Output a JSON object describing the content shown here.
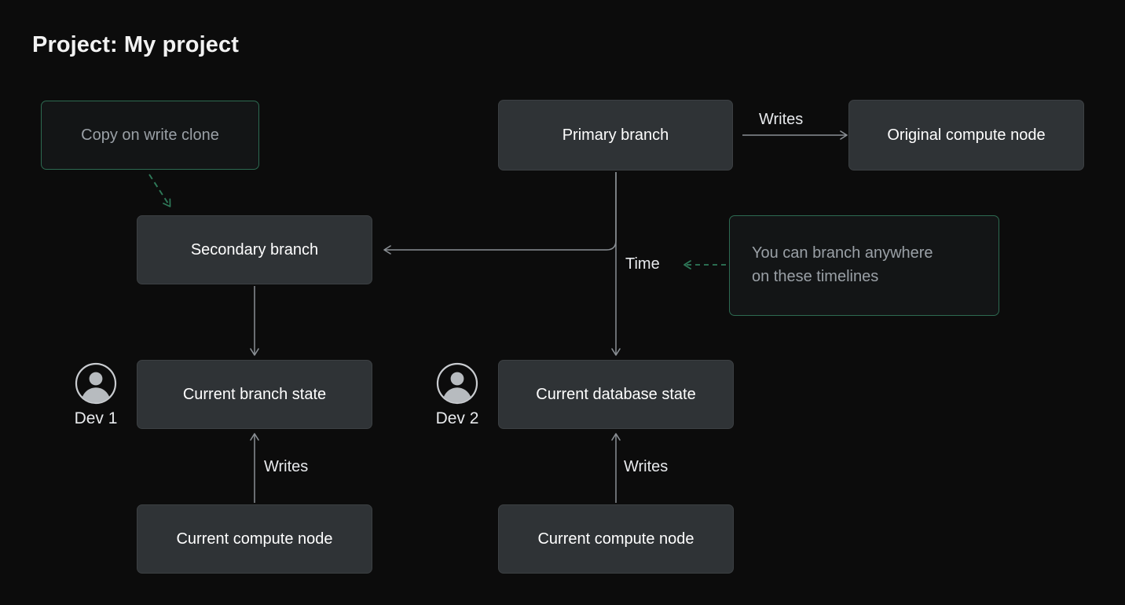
{
  "page": {
    "title": "Project: My project",
    "background_color": "#0c0c0c"
  },
  "colors": {
    "background": "#0c0c0c",
    "node_fill": "#2f3336",
    "node_border": "#3c4043",
    "node_text": "#ffffff",
    "accent_green": "#2d6a51",
    "accent_green_line": "#2f7a59",
    "muted_text": "#9aa0a6",
    "connector_line": "#8a8f94",
    "title_text": "#f2f2f2"
  },
  "nodes": {
    "copy_on_write_clone": {
      "label": "Copy on write clone",
      "style": "outline-green"
    },
    "primary_branch": {
      "label": "Primary branch",
      "style": "solid"
    },
    "original_compute_node": {
      "label": "Original compute node",
      "style": "solid"
    },
    "secondary_branch": {
      "label": "Secondary branch",
      "style": "solid"
    },
    "branch_note": {
      "label": "You can branch anywhere on these timelines",
      "line_1": "You can branch anywhere",
      "line_2": "on these timelines",
      "style": "outline-green"
    },
    "current_branch_state": {
      "label": "Current branch state",
      "style": "solid"
    },
    "current_database_state": {
      "label": "Current database state",
      "style": "solid"
    },
    "current_compute_node_left": {
      "label": "Current compute node",
      "style": "solid"
    },
    "current_compute_node_right": {
      "label": "Current compute node",
      "style": "solid"
    }
  },
  "edge_labels": {
    "writes_top": "Writes",
    "time": "Time",
    "writes_left": "Writes",
    "writes_right": "Writes"
  },
  "devs": [
    {
      "label": "Dev 1",
      "icon": "user-avatar-icon"
    },
    {
      "label": "Dev 2",
      "icon": "user-avatar-icon"
    }
  ],
  "edges": [
    {
      "from": "original_compute_node",
      "to": "primary_branch",
      "label": "Writes",
      "style": "solid-arrow",
      "direction": "left"
    },
    {
      "from": "copy_on_write_clone",
      "to": "secondary_branch",
      "label": "",
      "style": "dashed-green-arrow",
      "direction": "down-right"
    },
    {
      "from": "primary_branch",
      "to": "secondary_branch",
      "label": "",
      "style": "solid-arrow",
      "direction": "left"
    },
    {
      "from": "primary_branch",
      "to": "current_database_state",
      "label": "Time",
      "style": "solid-arrow",
      "direction": "down"
    },
    {
      "from": "branch_note",
      "to": "time_axis",
      "label": "",
      "style": "dashed-green-arrow",
      "direction": "left"
    },
    {
      "from": "secondary_branch",
      "to": "current_branch_state",
      "label": "",
      "style": "solid-arrow",
      "direction": "down"
    },
    {
      "from": "current_compute_node_left",
      "to": "current_branch_state",
      "label": "Writes",
      "style": "solid-arrow",
      "direction": "up"
    },
    {
      "from": "current_compute_node_right",
      "to": "current_database_state",
      "label": "Writes",
      "style": "solid-arrow",
      "direction": "up"
    }
  ]
}
